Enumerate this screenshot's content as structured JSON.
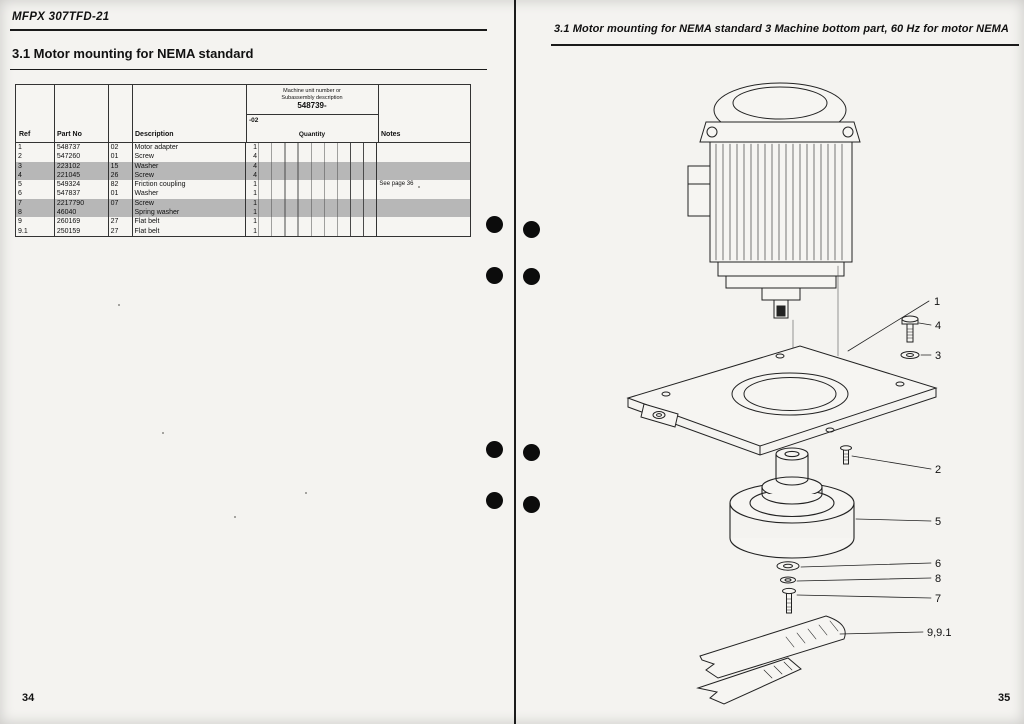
{
  "left_page": {
    "doc_code": "MFPX 307TFD-21",
    "section_title": "3.1   Motor mounting for NEMA standard",
    "page_number": "34",
    "table": {
      "machine_unit_line1": "Machine unit number or",
      "machine_unit_line2": "Subassembly description",
      "subassembly_number": "548739-",
      "col_ref": "Ref",
      "col_part_no": "Part No",
      "col_description": "Description",
      "col_variant": "-02",
      "col_quantity": "Quantity",
      "col_notes": "Notes",
      "row_highlight_color": "#b7b7b7",
      "rows": [
        {
          "ref": "1",
          "part": "548737",
          "sfx": "02",
          "desc": "Motor adapter",
          "qty": "1",
          "note": ""
        },
        {
          "ref": "2",
          "part": "547260",
          "sfx": "01",
          "desc": "Screw",
          "qty": "4",
          "note": ""
        },
        {
          "ref": "3",
          "part": "223102",
          "sfx": "15",
          "desc": "Washer",
          "qty": "4",
          "note": ""
        },
        {
          "ref": "4",
          "part": "221045",
          "sfx": "26",
          "desc": "Screw",
          "qty": "4",
          "note": ""
        },
        {
          "ref": "5",
          "part": "549324",
          "sfx": "82",
          "desc": "Friction coupling",
          "qty": "1",
          "note": "See page 36"
        },
        {
          "ref": "6",
          "part": "547837",
          "sfx": "01",
          "desc": "Washer",
          "qty": "1",
          "note": ""
        },
        {
          "ref": "7",
          "part": "2217790",
          "sfx": "07",
          "desc": "Screw",
          "qty": "1",
          "note": ""
        },
        {
          "ref": "8",
          "part": "46040",
          "sfx": "",
          "desc": "Spring washer",
          "qty": "1",
          "note": ""
        },
        {
          "ref": "9",
          "part": "260169",
          "sfx": "27",
          "desc": "Flat belt",
          "qty": "1",
          "note": ""
        },
        {
          "ref": "9.1",
          "part": "250159",
          "sfx": "27",
          "desc": "Flat belt",
          "qty": "1",
          "note": ""
        }
      ]
    }
  },
  "right_page": {
    "header": "3.1  Motor mounting for NEMA standard 3  Machine bottom part, 60 Hz for motor NEMA",
    "page_number": "35",
    "callouts": [
      {
        "label": "1"
      },
      {
        "label": "4"
      },
      {
        "label": "3"
      },
      {
        "label": "2"
      },
      {
        "label": "5"
      },
      {
        "label": "6"
      },
      {
        "label": "8"
      },
      {
        "label": "7"
      },
      {
        "label": "9,9.1"
      }
    ]
  }
}
